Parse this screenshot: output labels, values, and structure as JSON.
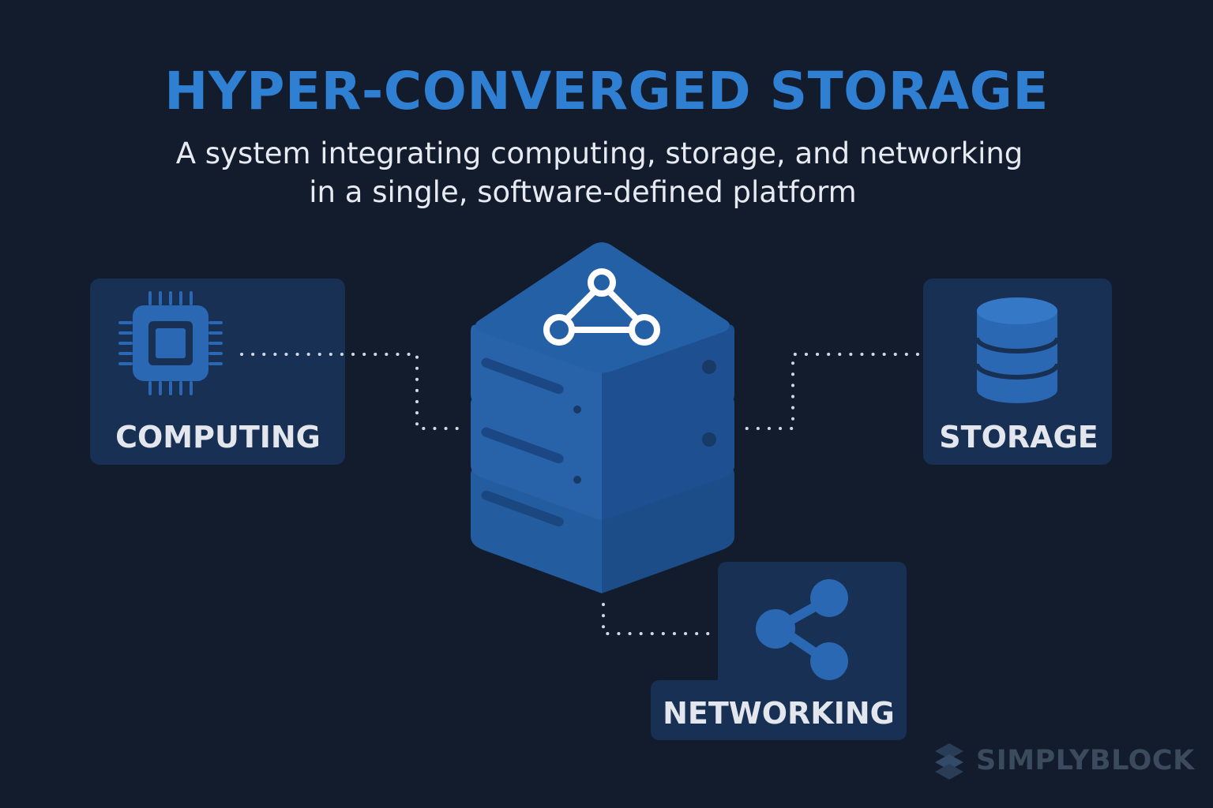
{
  "title": "HYPER-CONVERGED STORAGE",
  "subtitle": {
    "line1": "A system integrating computing, storage, and networking",
    "line2": "in a single, software-defined platform"
  },
  "components": {
    "computing": "COMPUTING",
    "storage": "STORAGE",
    "networking": "NETWORKING"
  },
  "brand": "SIMPLYBLOCK",
  "colors": {
    "background": "#121c2c",
    "accent": "#2f7fd2",
    "panel": "#173053",
    "server": "#1f5597"
  },
  "icons": {
    "computing": "cpu-chip-icon",
    "storage": "database-icon",
    "networking": "share-icon",
    "center": "network-triangle-icon",
    "brand": "simplyblock-logo-icon"
  }
}
